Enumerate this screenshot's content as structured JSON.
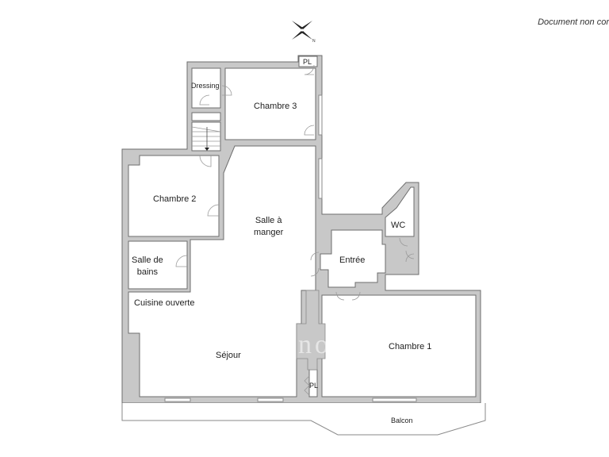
{
  "header": {
    "disclaimer": "Document non cor"
  },
  "compass": {
    "icon": "compass-rose-icon",
    "north_marker": "N"
  },
  "watermark": {
    "text": "no"
  },
  "rooms": [
    {
      "id": "chambre-3",
      "label": "Chambre 3"
    },
    {
      "id": "dressing",
      "label": "Dressing"
    },
    {
      "id": "placard-top",
      "label": "PL"
    },
    {
      "id": "chambre-2",
      "label": "Chambre 2"
    },
    {
      "id": "salle-a-manger",
      "label_line1": "Salle à",
      "label_line2": "manger"
    },
    {
      "id": "salle-de-bains",
      "label_line1": "Salle de",
      "label_line2": "bains"
    },
    {
      "id": "wc",
      "label": "WC"
    },
    {
      "id": "entree",
      "label": "Entrée"
    },
    {
      "id": "cuisine-ouverte",
      "label": "Cuisine ouverte"
    },
    {
      "id": "sejour",
      "label": "Séjour"
    },
    {
      "id": "placard-bottom",
      "label": "PL"
    },
    {
      "id": "chambre-1",
      "label": "Chambre 1"
    },
    {
      "id": "balcon",
      "label": "Balcon"
    }
  ],
  "colors": {
    "wall_fill": "#c8c8c8",
    "wall_stroke": "#6e6e6e",
    "floor": "#ffffff",
    "text": "#1e1e1e"
  }
}
